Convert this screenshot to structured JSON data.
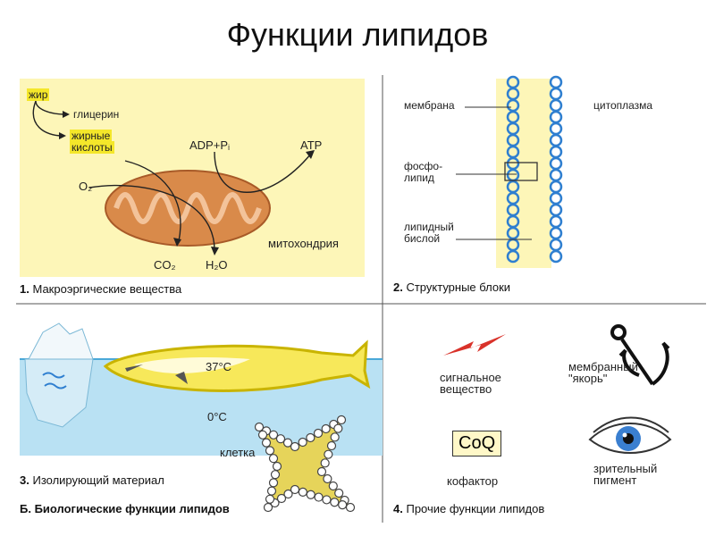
{
  "title": "Функции липидов",
  "panel1": {
    "fat": "жир",
    "glycerol": "глицерин",
    "fatty_acids_1": "жирные",
    "fatty_acids_2": "кислоты",
    "adp": "ADP+Pᵢ",
    "atp": "ATP",
    "o2": "O₂",
    "co2": "CO₂",
    "h2o": "H₂O",
    "mito": "митохондрия",
    "caption_num": "1.",
    "caption": "Макроэргические вещества"
  },
  "panel2": {
    "membrane": "мембрана",
    "cytoplasm": "цитоплазма",
    "phospho_1": "фосфо-",
    "phospho_2": "липид",
    "bilayer_1": "липидный",
    "bilayer_2": "бислой",
    "caption_num": "2.",
    "caption": "Структурные блоки"
  },
  "panel3": {
    "t37": "37°C",
    "t0": "0°C",
    "cell": "клетка",
    "caption_num": "3.",
    "caption": "Изолирующий материал",
    "caption_b": "Б. Биологические функции липидов"
  },
  "panel4": {
    "signal_1": "сигнальное",
    "signal_2": "вещество",
    "anchor_1": "мембранный",
    "anchor_2": "\"якорь\"",
    "coq": "CoQ",
    "cofactor": "кофактор",
    "visual_1": "зрительный",
    "visual_2": "пигмент",
    "caption_num": "4.",
    "caption": "Прочие функции липидов"
  },
  "colors": {
    "yellow_bg": "#fdf6b8",
    "water": "#b9e1f3",
    "water_dark": "#6fc2e6",
    "mito": "#d98a4a",
    "bead": "#2f7fd0"
  }
}
